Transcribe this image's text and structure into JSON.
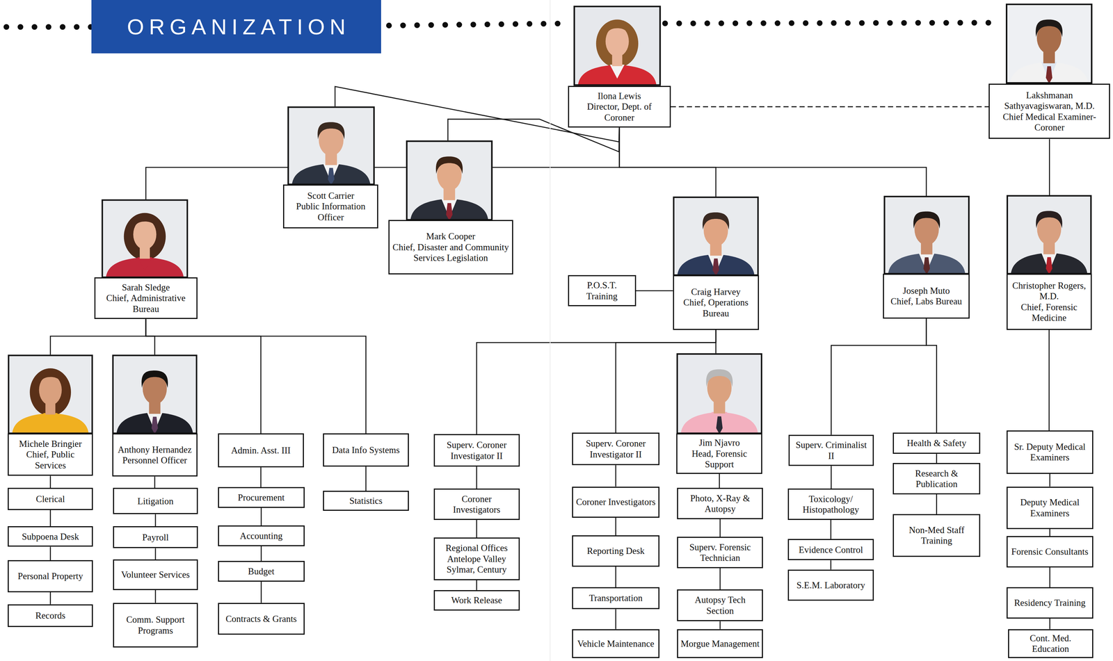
{
  "diagram": {
    "title": "ORGANIZATION",
    "nodes": [
      {
        "text": [
          "Ilona Lewis",
          "Director, Dept. of Coroner"
        ]
      },
      {
        "text": [
          "Lakshmanan Sathyavagiswaran, M.D.",
          "Chief Medical Examiner-Coroner"
        ]
      },
      {
        "text": [
          "Scott Carrier",
          "Public Information Officer"
        ]
      },
      {
        "text": [
          "Mark Cooper",
          "Chief, Disaster and Community Services Legislation"
        ]
      },
      {
        "text": [
          "Sarah Sledge",
          "Chief, Administrative Bureau"
        ]
      },
      {
        "text": [
          "P.O.S.T. Training"
        ]
      },
      {
        "text": [
          "Craig Harvey",
          "Chief, Operations Bureau"
        ]
      },
      {
        "text": [
          "Joseph Muto",
          "Chief, Labs Bureau"
        ]
      },
      {
        "text": [
          "Christopher Rogers, M.D.",
          "Chief, Forensic Medicine"
        ]
      },
      {
        "text": [
          "Michele Bringier",
          "Chief, Public Services"
        ]
      },
      {
        "text": [
          "Anthony Hernandez",
          "Personnel Officer"
        ]
      },
      {
        "text": [
          "Admin. Asst. III"
        ]
      },
      {
        "text": [
          "Data Info Systems"
        ]
      },
      {
        "text": [
          "Superv. Coroner Investigator II"
        ]
      },
      {
        "text": [
          "Superv. Coroner Investigator II"
        ]
      },
      {
        "text": [
          "Jim Njavro",
          "Head, Forensic Support"
        ]
      },
      {
        "text": [
          "Superv. Criminalist II"
        ]
      },
      {
        "text": [
          "Health & Safety"
        ]
      },
      {
        "text": [
          "Sr. Deputy Medical Examiners"
        ]
      },
      {
        "text": [
          "Clerical"
        ]
      },
      {
        "text": [
          "Litigation"
        ]
      },
      {
        "text": [
          "Procurement"
        ]
      },
      {
        "text": [
          "Statistics"
        ]
      },
      {
        "text": [
          "Coroner Investigators"
        ]
      },
      {
        "text": [
          "Coroner Investigators"
        ]
      },
      {
        "text": [
          "Photo, X-Ray & Autopsy"
        ]
      },
      {
        "text": [
          "Toxicology/ Histopathology"
        ]
      },
      {
        "text": [
          "Research & Publication"
        ]
      },
      {
        "text": [
          "Deputy Medical Examiners"
        ]
      },
      {
        "text": [
          "Subpoena Desk"
        ]
      },
      {
        "text": [
          "Payroll"
        ]
      },
      {
        "text": [
          "Accounting"
        ]
      },
      {
        "text": [
          "Regional Offices Antelope Valley Sylmar, Century"
        ]
      },
      {
        "text": [
          "Reporting Desk"
        ]
      },
      {
        "text": [
          "Superv. Forensic Technician"
        ]
      },
      {
        "text": [
          "Evidence Control"
        ]
      },
      {
        "text": [
          "Non-Med Staff Training"
        ]
      },
      {
        "text": [
          "Forensic Consultants"
        ]
      },
      {
        "text": [
          "Personal Property"
        ]
      },
      {
        "text": [
          "Volunteer Services"
        ]
      },
      {
        "text": [
          "Budget"
        ]
      },
      {
        "text": [
          "S.E.M. Laboratory"
        ]
      },
      {
        "text": [
          "Records"
        ]
      },
      {
        "text": [
          "Comm. Support Programs"
        ]
      },
      {
        "text": [
          "Contracts & Grants"
        ]
      },
      {
        "text": [
          "Work Release"
        ]
      },
      {
        "text": [
          "Transportation"
        ]
      },
      {
        "text": [
          "Autopsy Tech Section"
        ]
      },
      {
        "text": [
          "Residency Training"
        ]
      },
      {
        "text": [
          "Vehicle Maintenance"
        ]
      },
      {
        "text": [
          "Morgue Management"
        ]
      },
      {
        "text": [
          "Cont. Med. Education"
        ]
      }
    ],
    "edges": [
      {
        "from": 0,
        "to": 1,
        "arrow": "none"
      },
      {
        "from": 0,
        "to": 2,
        "arrow": "none"
      },
      {
        "from": 0,
        "to": 3,
        "arrow": "none"
      },
      {
        "from": 0,
        "to": 4,
        "arrow": "none"
      },
      {
        "from": 0,
        "to": 6,
        "arrow": "none"
      },
      {
        "from": 0,
        "to": 7,
        "arrow": "none"
      },
      {
        "from": 1,
        "to": 8,
        "arrow": "none"
      },
      {
        "from": 6,
        "to": 5,
        "arrow": "none"
      },
      {
        "from": 4,
        "to": 9,
        "arrow": "none"
      },
      {
        "from": 4,
        "to": 10,
        "arrow": "none"
      },
      {
        "from": 4,
        "to": 11,
        "arrow": "none"
      },
      {
        "from": 4,
        "to": 12,
        "arrow": "none"
      },
      {
        "from": 6,
        "to": 13,
        "arrow": "none"
      },
      {
        "from": 6,
        "to": 14,
        "arrow": "none"
      },
      {
        "from": 6,
        "to": 15,
        "arrow": "none"
      },
      {
        "from": 7,
        "to": 16,
        "arrow": "none"
      },
      {
        "from": 7,
        "to": 17,
        "arrow": "none"
      },
      {
        "from": 8,
        "to": 18,
        "arrow": "none"
      },
      {
        "from": 9,
        "to": 19,
        "arrow": "none"
      },
      {
        "from": 19,
        "to": 29,
        "arrow": "none"
      },
      {
        "from": 29,
        "to": 38,
        "arrow": "none"
      },
      {
        "from": 38,
        "to": 42,
        "arrow": "none"
      },
      {
        "from": 10,
        "to": 20,
        "arrow": "none"
      },
      {
        "from": 20,
        "to": 30,
        "arrow": "none"
      },
      {
        "from": 30,
        "to": 39,
        "arrow": "none"
      },
      {
        "from": 39,
        "to": 43,
        "arrow": "none"
      },
      {
        "from": 11,
        "to": 21,
        "arrow": "none"
      },
      {
        "from": 21,
        "to": 31,
        "arrow": "none"
      },
      {
        "from": 31,
        "to": 40,
        "arrow": "none"
      },
      {
        "from": 40,
        "to": 44,
        "arrow": "none"
      },
      {
        "from": 12,
        "to": 22,
        "arrow": "none"
      },
      {
        "from": 13,
        "to": 23,
        "arrow": "none"
      },
      {
        "from": 23,
        "to": 32,
        "arrow": "none"
      },
      {
        "from": 32,
        "to": 45,
        "arrow": "none"
      },
      {
        "from": 14,
        "to": 24,
        "arrow": "none"
      },
      {
        "from": 24,
        "to": 33,
        "arrow": "none"
      },
      {
        "from": 33,
        "to": 46,
        "arrow": "none"
      },
      {
        "from": 46,
        "to": 49,
        "arrow": "none"
      },
      {
        "from": 15,
        "to": 25,
        "arrow": "none"
      },
      {
        "from": 25,
        "to": 34,
        "arrow": "none"
      },
      {
        "from": 34,
        "to": 47,
        "arrow": "none"
      },
      {
        "from": 47,
        "to": 50,
        "arrow": "none"
      },
      {
        "from": 16,
        "to": 26,
        "arrow": "none"
      },
      {
        "from": 26,
        "to": 35,
        "arrow": "none"
      },
      {
        "from": 35,
        "to": 41,
        "arrow": "none"
      },
      {
        "from": 17,
        "to": 27,
        "arrow": "none"
      },
      {
        "from": 27,
        "to": 36,
        "arrow": "none"
      },
      {
        "from": 18,
        "to": 28,
        "arrow": "none"
      },
      {
        "from": 28,
        "to": 37,
        "arrow": "none"
      },
      {
        "from": 37,
        "to": 48,
        "arrow": "none"
      },
      {
        "from": 48,
        "to": 51,
        "arrow": "none"
      }
    ]
  }
}
